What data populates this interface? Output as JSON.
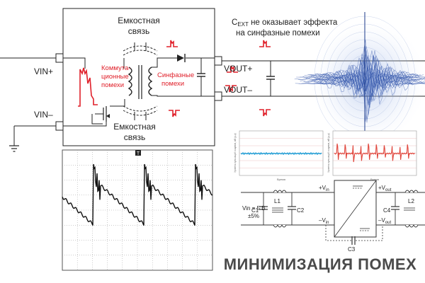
{
  "schematic": {
    "top_coupling": [
      "Емкостная",
      "связь"
    ],
    "bottom_coupling": [
      "Емкостная",
      "связь"
    ],
    "switching_noise": [
      "Коммута-",
      "ционные",
      "помехи"
    ],
    "common_mode_noise": [
      "Синфазные",
      "помехи"
    ],
    "vin_plus": "VIN+",
    "vin_minus": "VIN–",
    "vout_plus": "VOUT+",
    "vout_minus": "VOUT–"
  },
  "annotation": {
    "cext_main": "C",
    "cext_sub": "EXT",
    "line1": " не оказывает эффекта",
    "line2": "на синфазные помехи"
  },
  "plots": {
    "left_xlabel": "Время",
    "right_xlabel": "Время",
    "left_ylabel": "Уровень пульсаций и шумов, мВ (p-p)",
    "right_ylabel": "Уровень пульсаций и шумов, мВ (p-p)",
    "left_color": "#2aa3d8",
    "right_color": "#e0463c"
  },
  "filter": {
    "vin": "Vin = 5 В",
    "tol": "±5%",
    "c1": "C1",
    "l1": "L1",
    "c2": "C2",
    "c3": "C3",
    "c4": "C4",
    "l2": "L2",
    "vin_p": "+V",
    "vin_p_sub": "in",
    "vin_m": "–V",
    "vin_m_sub": "in",
    "vout_p": "+V",
    "vout_p_sub": "out",
    "vout_m": "–V",
    "vout_m_sub": "out"
  },
  "scope": {
    "trigger_marker": "T"
  },
  "title": "МИНИМИЗАЦИЯ ПОМЕХ",
  "colors": {
    "noise_red": "#e0202a",
    "wave_blue": "#2a4fa8",
    "title_gray": "#4a4a4a"
  }
}
